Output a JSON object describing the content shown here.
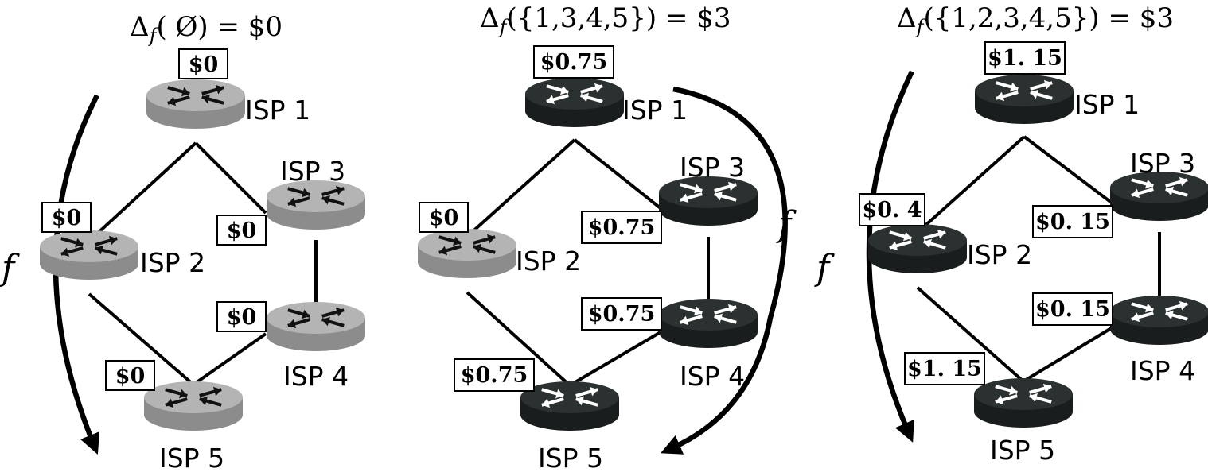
{
  "panels": [
    {
      "title_main": "Δ",
      "title_sub": "f",
      "title_rest": "( Ø) = $0",
      "flow_label": "f",
      "colors": {
        "top": "#b4b4b4",
        "side": "#8c8c8c",
        "arrow": "#111111"
      },
      "routers": {
        "isp1": {
          "label": "ISP 1",
          "cost": "$0"
        },
        "isp2": {
          "label": "ISP 2",
          "cost": "$0"
        },
        "isp3": {
          "label": "ISP 3",
          "cost": "$0"
        },
        "isp4": {
          "label": "ISP 4",
          "cost": "$0"
        },
        "isp5": {
          "label": "ISP 5",
          "cost": "$0"
        }
      }
    },
    {
      "title_main": "Δ",
      "title_sub": "f",
      "title_rest": "({1,3,4,5}) = $3",
      "flow_label": "f",
      "colors": {
        "top": "#2b3030",
        "side": "#1a1d1d",
        "arrow": "#ffffff",
        "top_grey": "#b4b4b4",
        "side_grey": "#8c8c8c"
      },
      "routers": {
        "isp1": {
          "label": "ISP 1",
          "cost": "$0.75"
        },
        "isp2": {
          "label": "ISP 2",
          "cost": "$0"
        },
        "isp3": {
          "label": "ISP 3",
          "cost": "$0.75"
        },
        "isp4": {
          "label": "ISP 4",
          "cost": "$0.75"
        },
        "isp5": {
          "label": "ISP 5",
          "cost": "$0.75"
        }
      }
    },
    {
      "title_main": "Δ",
      "title_sub": "f",
      "title_rest": "({1,2,3,4,5}) = $3",
      "flow_label": "f",
      "colors": {
        "top": "#2b3030",
        "side": "#1a1d1d",
        "arrow": "#ffffff"
      },
      "routers": {
        "isp1": {
          "label": "ISP 1",
          "cost": "$1. 15"
        },
        "isp2": {
          "label": "ISP 2",
          "cost": "$0. 4"
        },
        "isp3": {
          "label": "ISP 3",
          "cost": "$0. 15"
        },
        "isp4": {
          "label": "ISP 4",
          "cost": "$0. 15"
        },
        "isp5": {
          "label": "ISP 5",
          "cost": "$1. 15"
        }
      }
    }
  ]
}
